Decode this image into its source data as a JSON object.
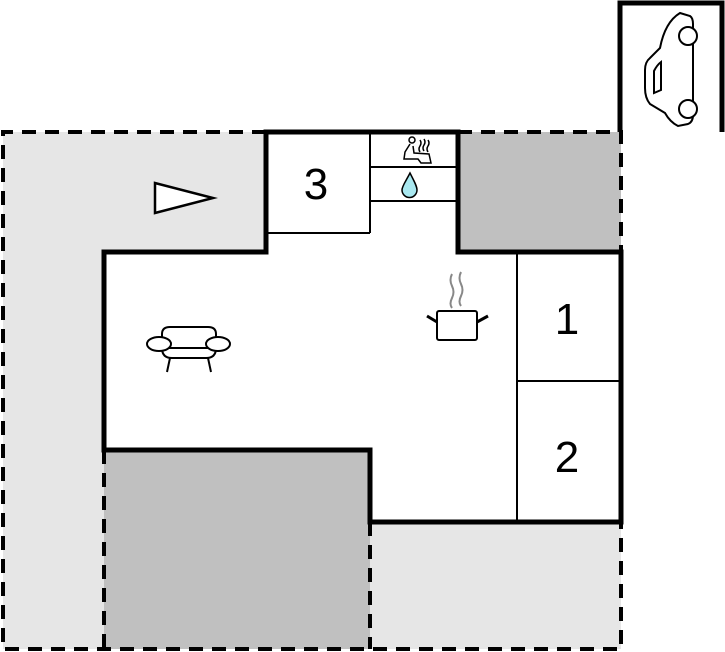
{
  "floorplan": {
    "colors": {
      "terrace": "#e6e6e6",
      "covered": "#c0c0c0",
      "wall": "#000000",
      "interior": "#ffffff",
      "water": "#a9e8f0"
    },
    "rooms": [
      {
        "id": "bedroom-1",
        "label": "1"
      },
      {
        "id": "bedroom-2",
        "label": "2"
      },
      {
        "id": "bedroom-3",
        "label": "3"
      }
    ],
    "icons": [
      {
        "name": "sauna-icon",
        "room": "sauna"
      },
      {
        "name": "water-drop-icon",
        "room": "shower"
      },
      {
        "name": "cooking-pot-icon",
        "room": "kitchen"
      },
      {
        "name": "sofa-icon",
        "room": "living-room"
      },
      {
        "name": "entrance-arrow-icon",
        "room": "terrace"
      },
      {
        "name": "car-icon",
        "room": "carport"
      }
    ]
  }
}
